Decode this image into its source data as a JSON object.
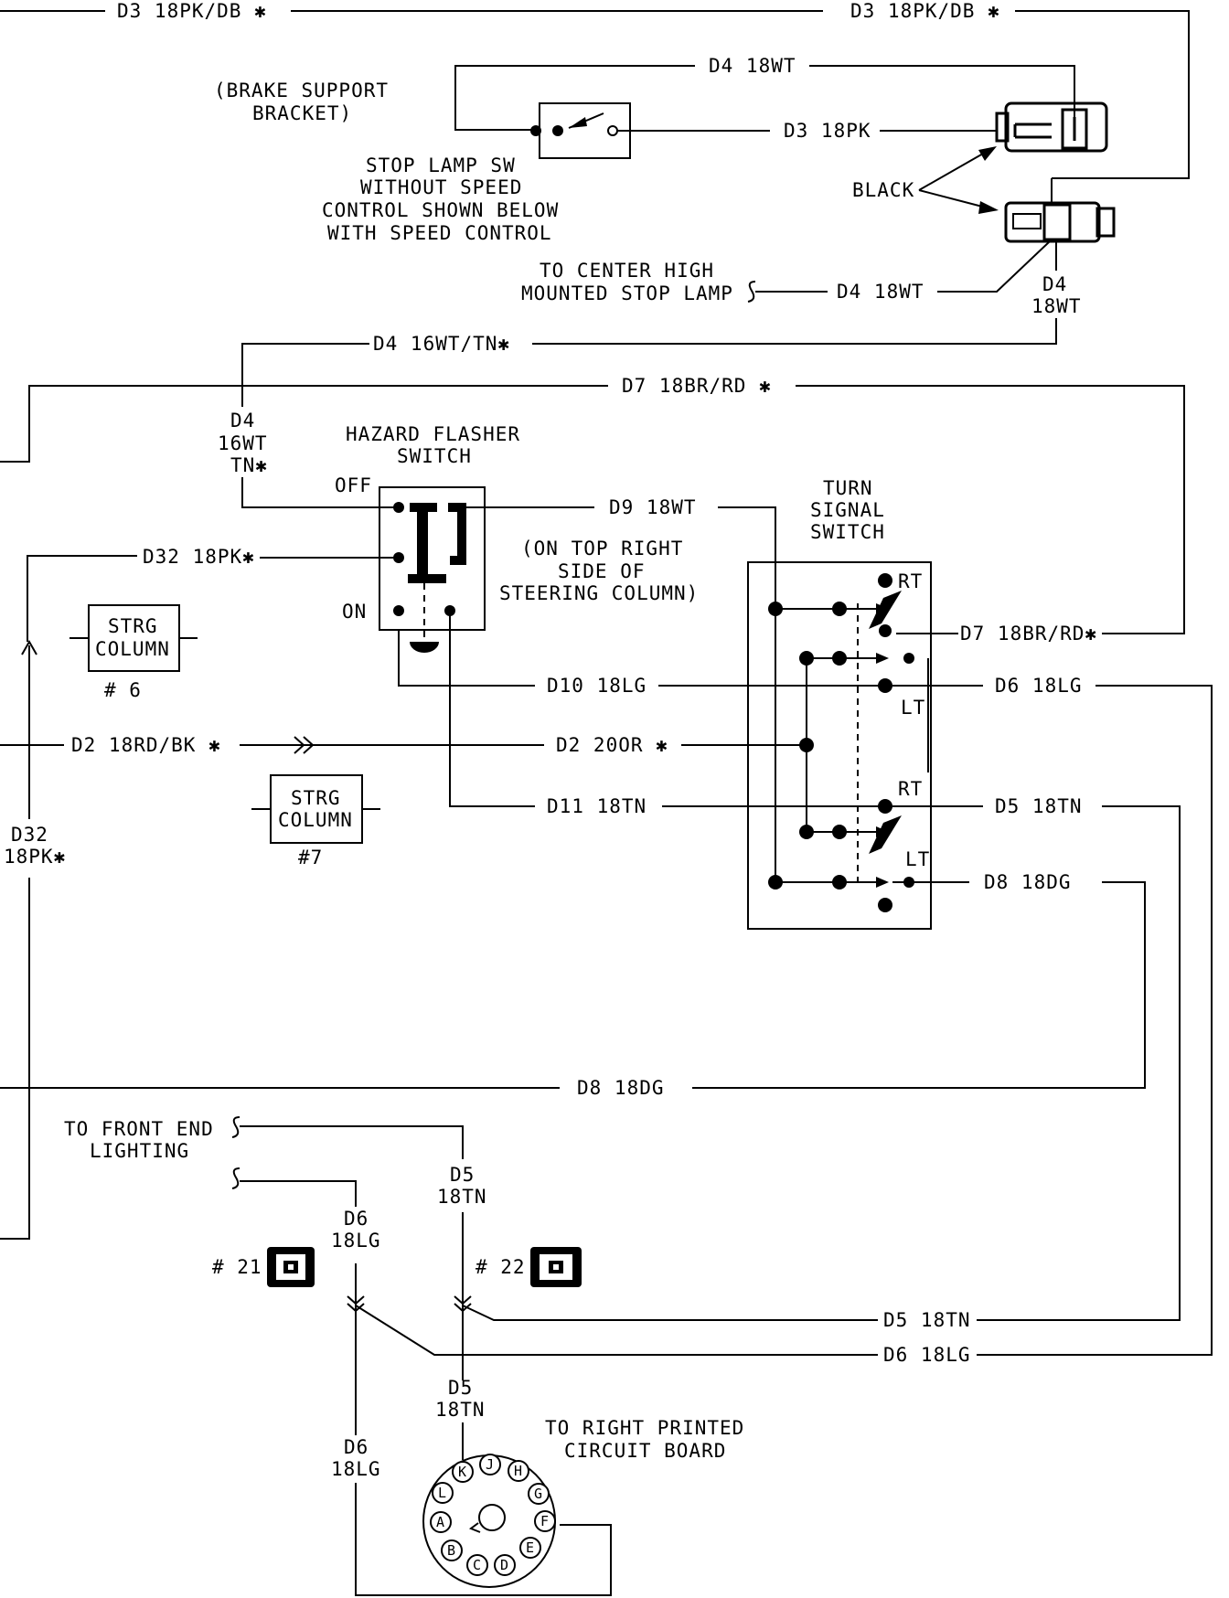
{
  "wire_labels": {
    "d3_pk_db_left": "D3 18PK/DB ✱",
    "d3_pk_db_right": "D3 18PK/DB ✱",
    "d4_wt_top": "D4 18WT",
    "d3_pk": "D3 18PK",
    "d4_wt_chmsl": "D4 18WT",
    "d4_wt_vert_1": "D4",
    "d4_wt_vert_2": "18WT",
    "d4_16wt_tn": "D4 16WT/TN✱",
    "d7_br_rd_top": "D7 18BR/RD ✱",
    "d4_16wt_vert_1": "D4",
    "d4_16wt_vert_2": "16WT",
    "d4_16wt_vert_3": "TN✱",
    "d9_wt": "D9 18WT",
    "d32_pk": "D32 18PK✱",
    "d7_br_rd_right": "D7 18BR/RD✱",
    "d10_lg": "D10 18LG",
    "d6_lg_right": "D6 18LG",
    "d2_rd_bk": "D2 18RD/BK ✱",
    "d2_or": "D2 20OR ✱",
    "d11_tn": "D11 18TN",
    "d5_tn_right": "D5 18TN",
    "d32_vert_1": "D32",
    "d32_vert_2": "18PK✱",
    "d8_dg_right": "D8 18DG",
    "d8_dg_bottom": "D8 18DG",
    "d5_vert_1": "D5",
    "d5_vert_2": "18TN",
    "d6_vert_1": "D6",
    "d6_vert_2": "18LG",
    "d5_tn_lower": "D5 18TN",
    "d6_lg_lower": "D6 18LG",
    "d5_vert_b1": "D5",
    "d5_vert_b2": "18TN",
    "d6_vert_b1": "D6",
    "d6_vert_b2": "18LG"
  },
  "components": {
    "brake_bracket_1": "(BRAKE SUPPORT",
    "brake_bracket_2": "BRACKET)",
    "stop_sw_1": "STOP LAMP SW",
    "stop_sw_2": "WITHOUT SPEED",
    "stop_sw_3": "CONTROL SHOWN BELOW",
    "stop_sw_4": "WITH SPEED CONTROL",
    "black_label": "BLACK",
    "chmsl_1": "TO CENTER HIGH",
    "chmsl_2": "MOUNTED STOP LAMP",
    "hazard_1": "HAZARD FLASHER",
    "hazard_2": "SWITCH",
    "hazard_off": "OFF",
    "hazard_on": "ON",
    "location_1": "(ON TOP RIGHT",
    "location_2": "SIDE OF",
    "location_3": "STEERING COLUMN)",
    "turn_1": "TURN",
    "turn_2": "SIGNAL",
    "turn_3": "SWITCH",
    "rt_upper": "RT",
    "lt_upper": "LT",
    "rt_lower": "RT",
    "lt_lower": "LT",
    "strg_1": "STRG",
    "column_1": "COLUMN",
    "conn_6": "# 6",
    "strg_2": "STRG",
    "column_2": "COLUMN",
    "conn_7": "#7",
    "front_end_1": "TO FRONT END",
    "front_end_2": "LIGHTING",
    "conn_21": "# 21",
    "conn_22": "# 22",
    "pcb_1": "TO RIGHT PRINTED",
    "pcb_2": "CIRCUIT BOARD"
  },
  "pcb_pins": [
    "K",
    "J",
    "H",
    "L",
    "G",
    "A",
    "F",
    "B",
    "C",
    "D",
    "E"
  ]
}
